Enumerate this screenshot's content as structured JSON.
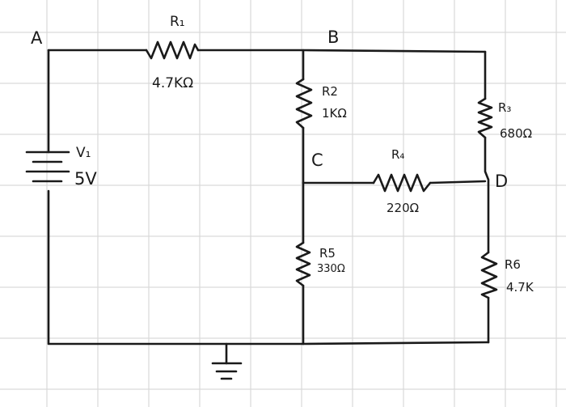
{
  "nodes": {
    "a": "A",
    "b": "B",
    "c": "C",
    "d": "D"
  },
  "source": {
    "name": "V₁",
    "value": "5V"
  },
  "resistors": [
    {
      "id": "R1",
      "name": "R₁",
      "value": "4.7KΩ"
    },
    {
      "id": "R2",
      "name": "R2",
      "value": "1KΩ"
    },
    {
      "id": "R3",
      "name": "R₃",
      "value": "680Ω"
    },
    {
      "id": "R4",
      "name": "R₄",
      "value": "220Ω"
    },
    {
      "id": "R5",
      "name": "R5",
      "value": "330Ω"
    },
    {
      "id": "R6",
      "name": "R6",
      "value": "4.7K"
    }
  ],
  "colors": {
    "ink": "#1a1a1a",
    "grid": "#d9d9d9",
    "paper": "#ffffff"
  }
}
